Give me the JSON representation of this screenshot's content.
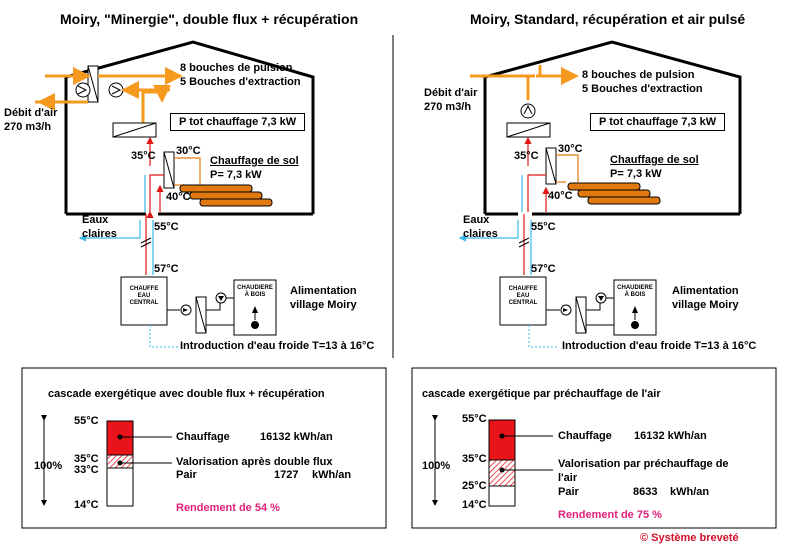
{
  "left": {
    "title": "Moiry, \"Minergie\", double flux + récupération",
    "pulsion": "8 bouches de pulsion",
    "extraction": "5 Bouches d'extraction",
    "air_flow_1": "Débit d'air",
    "air_flow_2": "270 m3/h",
    "power_box": "P tot chauffage 7,3 kW",
    "floor_heating": "Chauffage de sol",
    "floor_power": "P= 7,3 kW",
    "t35": "35°C",
    "t30": "30°C",
    "t40": "40°C",
    "t55": "55°C",
    "t57": "57°C",
    "eaux_1": "Eaux",
    "eaux_2": "claires",
    "chauffe_1": "CHAUFFE",
    "chauffe_2": "EAU",
    "chauffe_3": "CENTRAL",
    "chaudiere_1": "CHAUDIERE",
    "chaudiere_2": "À BOIS",
    "alim_1": "Alimentation",
    "alim_2": "village Moiry",
    "intro": "Introduction d'eau froide T=13 à 16°C",
    "cascade_title": "cascade exergétique avec double flux + récupération",
    "c55": "55°C",
    "c35": "35°C",
    "c33": "33°C",
    "c14": "14°C",
    "pct": "100%",
    "chauffage": "Chauffage",
    "chauffage_val": "16132 kWh/an",
    "valor": "Valorisation après double flux",
    "pair": "Pair",
    "pair_val": "1727",
    "pair_unit": "kWh/an",
    "rendement": "Rendement de 54 %"
  },
  "right": {
    "title": "Moiry, Standard, récupération et air pulsé",
    "pulsion": "8 bouches de pulsion",
    "extraction": "5 Bouches d'extraction",
    "air_flow_1": "Débit d'air",
    "air_flow_2": "270 m3/h",
    "power_box": "P tot chauffage 7,3 kW",
    "floor_heating": "Chauffage de sol",
    "floor_power": "P= 7,3 kW",
    "t35": "35°C",
    "t30": "30°C",
    "t40": "40°C",
    "t55": "55°C",
    "t57": "57°C",
    "eaux_1": "Eaux",
    "eaux_2": "claires",
    "chauffe_1": "CHAUFFE",
    "chauffe_2": "EAU",
    "chauffe_3": "CENTRAL",
    "chaudiere_1": "CHAUDIERE",
    "chaudiere_2": "À BOIS",
    "alim_1": "Alimentation",
    "alim_2": "village Moiry",
    "intro": "Introduction d'eau froide T=13 à 16°C",
    "cascade_title": "cascade exergétique par préchauffage de l'air",
    "c55": "55°C",
    "c35": "35°C",
    "c25": "25°C",
    "c14": "14°C",
    "pct": "100%",
    "chauffage": "Chauffage",
    "chauffage_val": "16132 kWh/an",
    "valor_1": "Valorisation par préchauffage de",
    "valor_2": "l'air",
    "pair": "Pair",
    "pair_val": "8633",
    "pair_unit": "kWh/an",
    "rendement": "Rendement de 75 %"
  },
  "credit": "© Système breveté",
  "colors": {
    "air_arrow": "#f59a1e",
    "hot_pipe": "#e01818",
    "cold_pipe": "#3ab8e8",
    "cascade_red": "#e8141a",
    "floor_coil": "#e07a10",
    "rendement": "#e0207a"
  }
}
